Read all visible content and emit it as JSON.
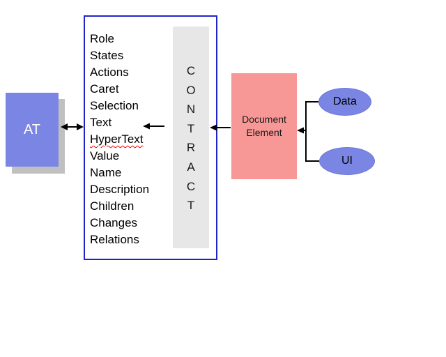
{
  "diagram": {
    "title": "AT to Document Element accessibility contract diagram",
    "at_box": {
      "label": "AT"
    },
    "contract_box": {
      "properties": [
        "Role",
        "States",
        "Actions",
        "Caret",
        "Selection",
        "Text",
        "HyperText",
        "Value",
        "Name",
        "Description",
        "Children",
        "Changes",
        "Relations"
      ],
      "misspell_marked_property": "HyperText",
      "vertical_label": "CONTRACT",
      "vertical_letters": [
        "C",
        "O",
        "N",
        "T",
        "R",
        "A",
        "C",
        "T"
      ]
    },
    "document_element_box": {
      "label": "Document Element"
    },
    "ellipses": [
      {
        "label": "Data"
      },
      {
        "label": "UI"
      }
    ],
    "connections": [
      {
        "from": "AT",
        "to": "Contract box",
        "type": "double-headed-arrow"
      },
      {
        "from": "Contract column",
        "to": "Text property",
        "type": "arrow-left"
      },
      {
        "from": "Document Element",
        "to": "Contract box",
        "type": "arrow-left"
      },
      {
        "from": "Data and UI",
        "to": "Document Element",
        "type": "bracket-arrow-left"
      }
    ],
    "colors": {
      "box_blue": "#7b85e4",
      "contract_border_blue": "#2025cb",
      "document_pink": "#f89896",
      "column_gray": "#e7e7e7",
      "shadow_gray": "#c0c0c0",
      "arrow_black": "#000000",
      "misspell_red": "#ff0000",
      "background": "#ffffff"
    }
  }
}
